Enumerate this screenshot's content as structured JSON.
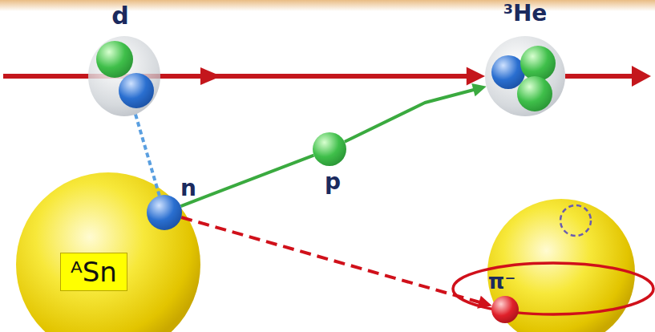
{
  "diagram": {
    "nodes": [
      {
        "text": [
          "d"
        ]
      },
      {
        "text": [
          "³He"
        ]
      },
      {
        "text": [
          "p"
        ]
      },
      {
        "text": [
          "n"
        ]
      },
      {
        "text": [
          "ᴬSn"
        ]
      },
      {
        "text": [
          "π⁻"
        ]
      }
    ],
    "edges": [
      {
        "from": 0,
        "to": 1,
        "arrow": "to"
      },
      {
        "from": 0,
        "to": 3,
        "arrow": "none"
      },
      {
        "from": 3,
        "to": 2,
        "arrow": "none"
      },
      {
        "from": 2,
        "to": 1,
        "arrow": "to"
      },
      {
        "from": 3,
        "to": 5,
        "arrow": "to"
      }
    ]
  }
}
